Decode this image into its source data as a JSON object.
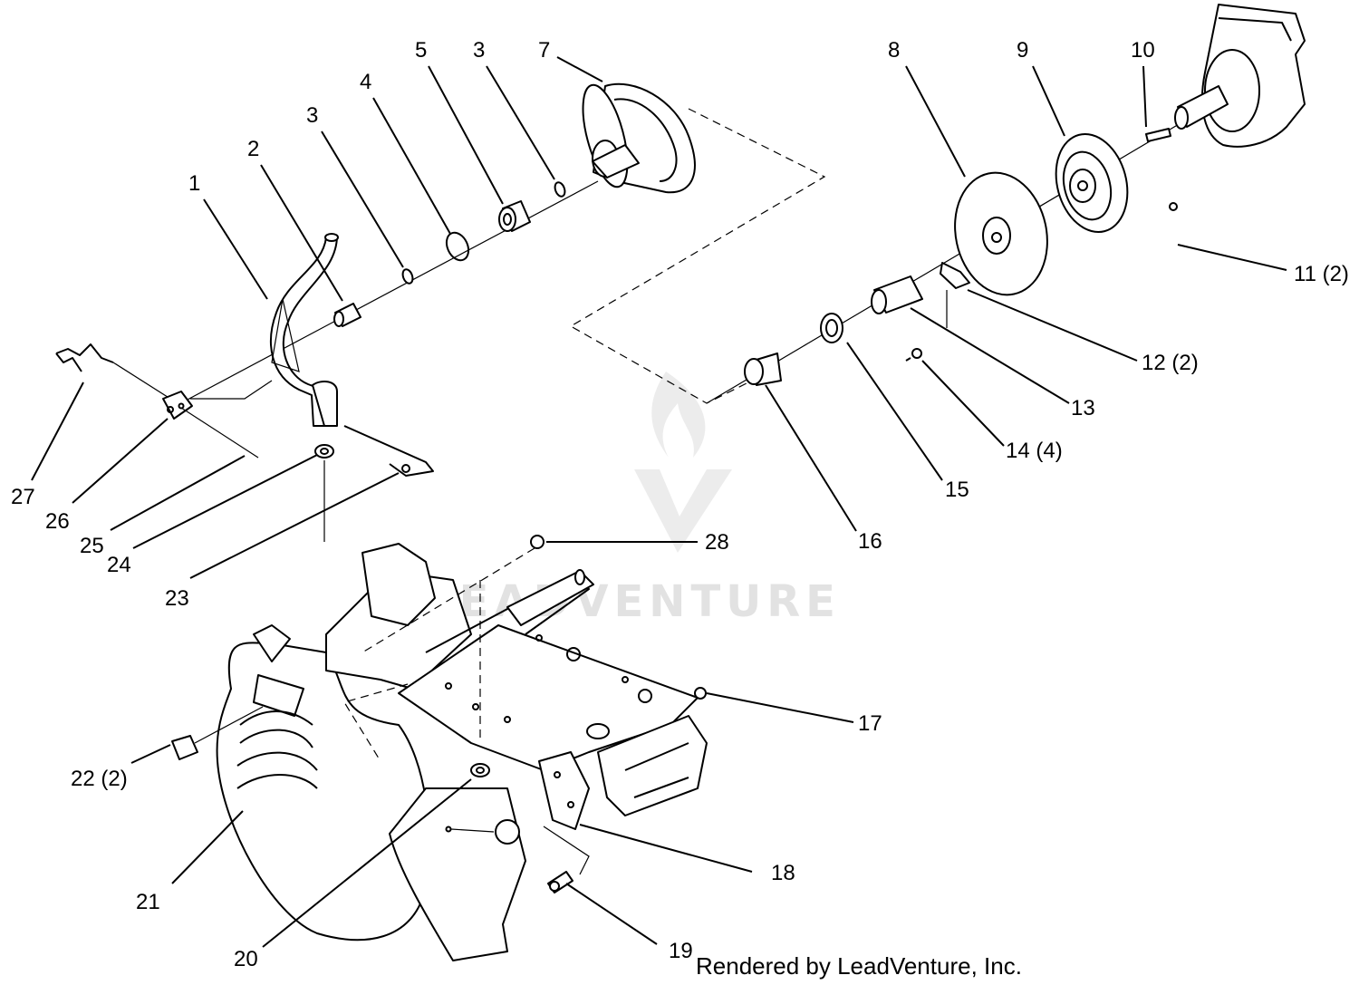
{
  "labels": {
    "l1": "1",
    "l2": "2",
    "l3a": "3",
    "l4a": "4",
    "l5": "5",
    "l3b": "3",
    "l7": "7",
    "l8": "8",
    "l9": "9",
    "l10": "10",
    "l11": "11 (2)",
    "l12": "12 (2)",
    "l13": "13",
    "l14": "14 (4)",
    "l15": "15",
    "l16": "16",
    "l17": "17",
    "l18": "18",
    "l19": "19",
    "l20": "20",
    "l21": "21",
    "l22": "22 (2)",
    "l23": "23",
    "l24": "24",
    "l25": "25",
    "l26": "26",
    "l27": "27",
    "l28": "28"
  },
  "watermark": {
    "text": "LEADVENTURE"
  },
  "credit": {
    "text": "Rendered by LeadVenture, Inc."
  },
  "colors": {
    "ink": "#000000",
    "watermark": "#e2e2e2",
    "background": "#ffffff"
  }
}
